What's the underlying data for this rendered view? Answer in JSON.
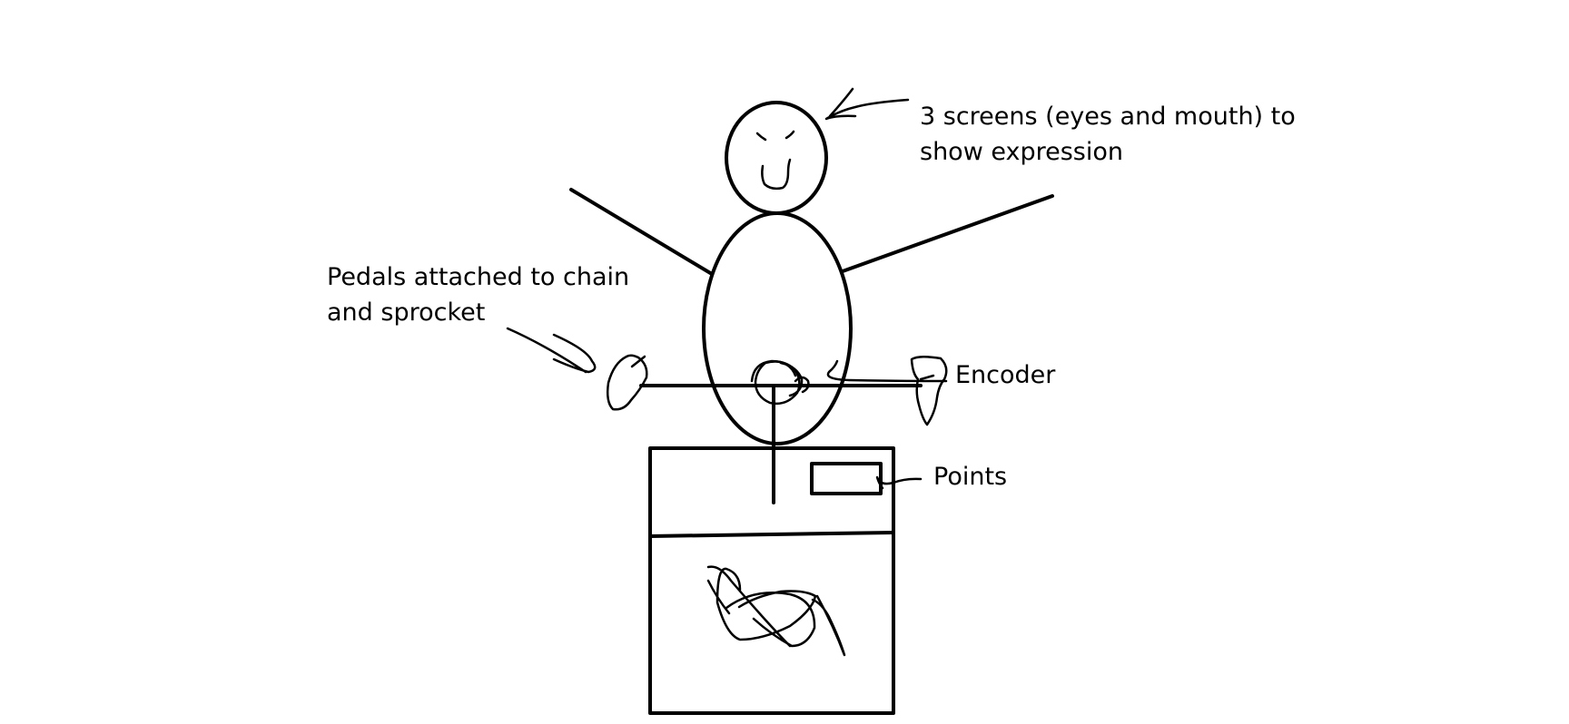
{
  "diagram": {
    "annotations": {
      "screens": {
        "line1": "3 screens (eyes and mouth) to",
        "line2": "show expression"
      },
      "pedals": {
        "line1": "Pedals attached to chain",
        "line2": "and sprocket"
      },
      "encoder": "Encoder",
      "points": "Points"
    },
    "colors": {
      "ink": "#000000",
      "background": "#ffffff"
    }
  }
}
